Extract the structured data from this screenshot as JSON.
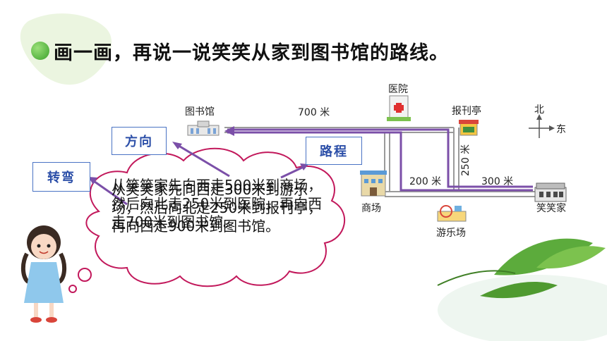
{
  "title": "画一画，再说一说笑笑从家到图书馆的路线。",
  "places": {
    "library": "图书馆",
    "hospital": "医院",
    "newsstand": "报刊亭",
    "mall": "商场",
    "playground": "游乐场",
    "home": "笑笑家"
  },
  "distances": {
    "top": "700 米",
    "vertical": "250 米",
    "left_bottom": "200 米",
    "right_bottom": "300 米"
  },
  "compass": {
    "north": "北",
    "east": "东"
  },
  "keywords": {
    "direction": "方向",
    "distance": "路程",
    "turn": "转弯"
  },
  "cloud": {
    "text_a": "从笑笑家先向西走300米到游乐场，然后向北走250米到报刊亭，再向西走900米到图书馆。",
    "text_b": "从笑笑家先向西走500米到商场，然后向北走250米到医院，再向西走700米到图书馆。"
  },
  "colors": {
    "route": "#7b4fa8",
    "road": "#9a9a9a",
    "keyword_border": "#4a73c4",
    "cloud_border": "#c2185b"
  }
}
